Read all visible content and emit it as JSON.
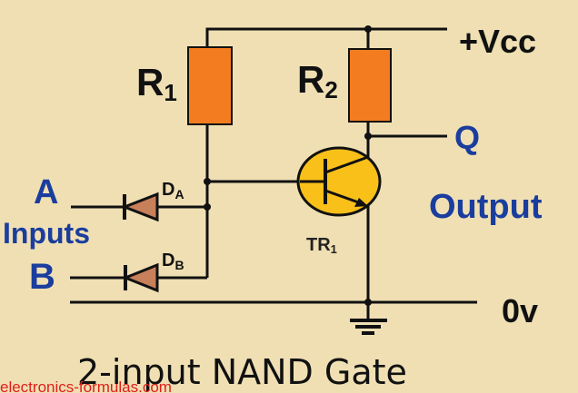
{
  "title": "2-input NAND Gate",
  "watermark": "electronics-formulas.com",
  "labels": {
    "vcc": "+Vcc",
    "zero_v": "0v",
    "q": "Q",
    "output": "Output",
    "inputs": "Inputs",
    "input_a": "A",
    "input_b": "B"
  },
  "components": {
    "r1": {
      "letter": "R",
      "sub": "1"
    },
    "r2": {
      "letter": "R",
      "sub": "2"
    },
    "da": {
      "letter": "D",
      "sub": "A"
    },
    "db": {
      "letter": "D",
      "sub": "B"
    },
    "tr1": {
      "letter": "TR",
      "sub": "1"
    }
  },
  "colors": {
    "background": "#efdfb3",
    "resistor": "#f47c20",
    "transistor": "#f9c019",
    "diode": "#c8805a",
    "wire": "#111111",
    "blue_text": "#1a3d9e",
    "watermark": "#e0201a"
  }
}
